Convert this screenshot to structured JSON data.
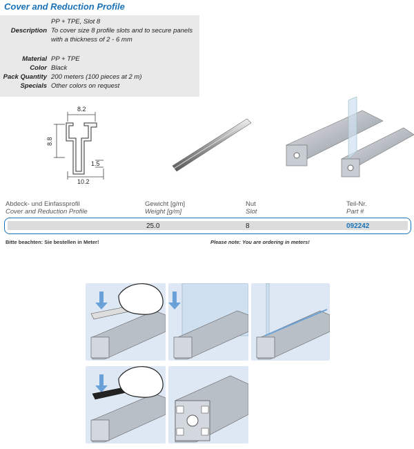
{
  "title": "Cover and Reduction Profile",
  "specs": [
    {
      "label": "",
      "value": "PP + TPE, Slot 8"
    },
    {
      "label": "Description",
      "value": "To cover size 8 profile slots and to secure panels"
    },
    {
      "label": "",
      "value": "with a thickness of 2 - 6 mm"
    },
    {
      "label": "Material",
      "value": "PP + TPE"
    },
    {
      "label": "Color",
      "value": "Black"
    },
    {
      "label": "Pack Quantity",
      "value": "200 meters (100 pieces at 2 m)"
    },
    {
      "label": "Specials",
      "value": "Other colors on request"
    }
  ],
  "drawing": {
    "dim_top": "8.2",
    "dim_left": "8.8",
    "dim_small": "1.5",
    "dim_bottom": "10.2"
  },
  "table": {
    "headers": [
      {
        "de": "Abdeck- und Einfassprofil",
        "en": "Cover and Reduction Profile"
      },
      {
        "de": "Gewicht [g/m]",
        "en": "Weight [g/m]"
      },
      {
        "de": "Nut",
        "en": "Slot"
      },
      {
        "de": "Teil-Nr.",
        "en": "Part #"
      }
    ],
    "row": {
      "weight": "25.0",
      "slot": "8",
      "part": "092242"
    }
  },
  "notes": {
    "de": "Bitte beachten: Sie bestellen in Meter!",
    "en": "Please note: You are ordering in meters!"
  },
  "colors": {
    "accent": "#1a73b8",
    "panel_bg": "#dde8f4",
    "spec_bg": "#e9e9e9"
  }
}
